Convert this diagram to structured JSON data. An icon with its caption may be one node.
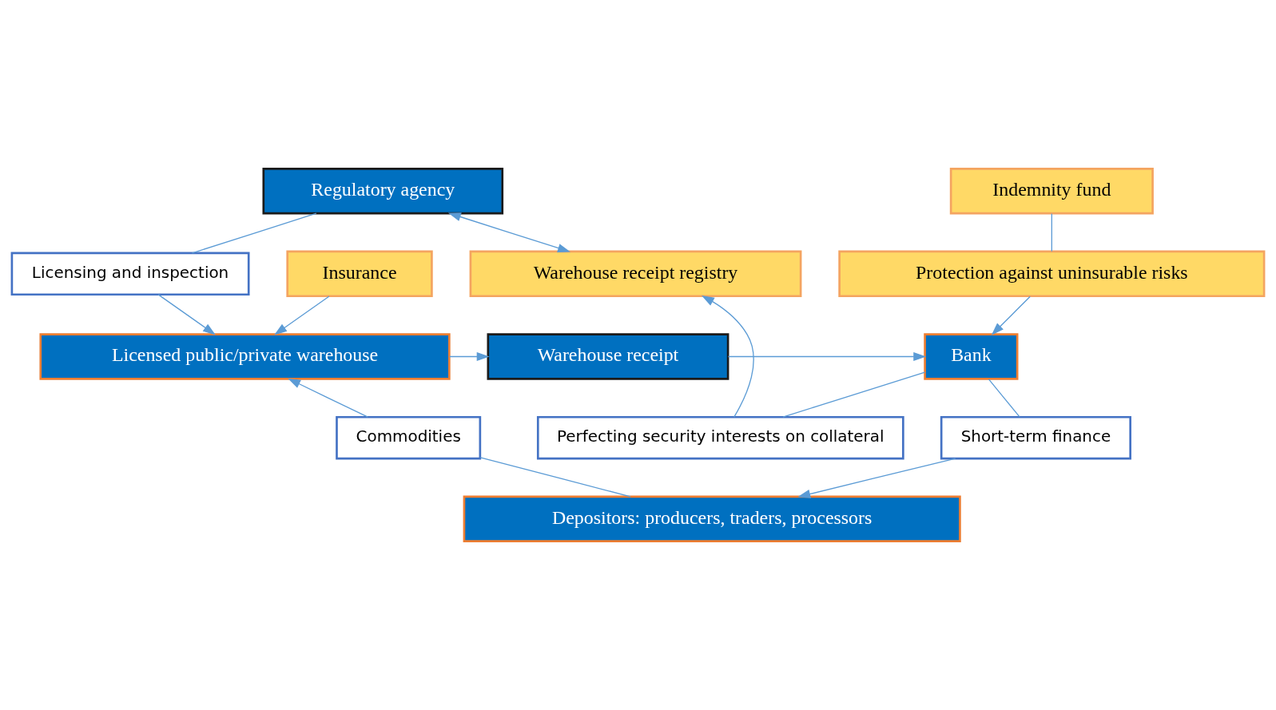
{
  "diagram": {
    "nodes": [
      {
        "text": [
          "Regulatory agency"
        ]
      },
      {
        "text": [
          "Indemnity fund"
        ]
      },
      {
        "text": [
          "Insurance"
        ]
      },
      {
        "text": [
          "Licensing and inspection"
        ]
      },
      {
        "text": [
          "Warehouse receipt registry"
        ]
      },
      {
        "text": [
          "Perfecting security interests on collateral"
        ]
      },
      {
        "text": [
          "Protection against uninsurable risks"
        ]
      },
      {
        "text": [
          "Licensed public/private warehouse"
        ]
      },
      {
        "text": [
          "Warehouse receipt"
        ]
      },
      {
        "text": [
          "Bank"
        ]
      },
      {
        "text": [
          "Short-term finance"
        ]
      },
      {
        "text": [
          "Commodities"
        ]
      },
      {
        "text": [
          "Depositors: producers, traders, processors"
        ]
      }
    ],
    "edges": [
      {
        "from": 0,
        "to": 3,
        "arrow": "none"
      },
      {
        "from": 3,
        "to": 7,
        "arrow": "to"
      },
      {
        "from": 0,
        "to": 4,
        "arrow": "both"
      },
      {
        "from": 1,
        "to": 6,
        "arrow": "none"
      },
      {
        "from": 6,
        "to": 9,
        "arrow": "to"
      },
      {
        "from": 2,
        "to": 7,
        "arrow": "to"
      },
      {
        "from": 9,
        "to": 5,
        "arrow": "none"
      },
      {
        "from": 5,
        "to": 4,
        "arrow": "to"
      },
      {
        "from": 7,
        "to": 8,
        "arrow": "to"
      },
      {
        "from": 8,
        "to": 9,
        "arrow": "to"
      },
      {
        "from": 9,
        "to": 10,
        "arrow": "none"
      },
      {
        "from": 10,
        "to": 12,
        "arrow": "to"
      },
      {
        "from": 12,
        "to": 11,
        "arrow": "none"
      },
      {
        "from": 11,
        "to": 7,
        "arrow": "to"
      }
    ]
  }
}
